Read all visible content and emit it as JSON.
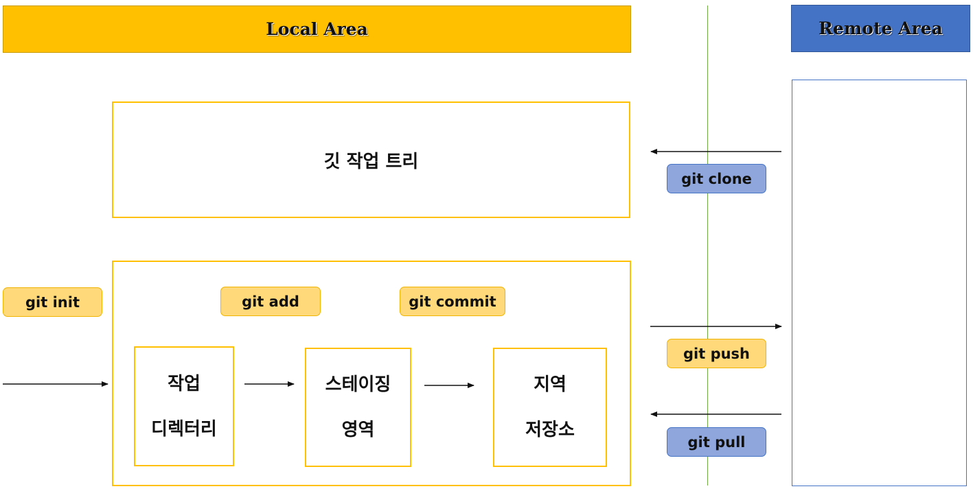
{
  "areas": {
    "local": "Local Area",
    "remote": "Remote Area"
  },
  "boxes": {
    "worktree": "깃 작업 트리",
    "workdir": [
      "작업",
      "디렉터리"
    ],
    "staging": [
      "스테이징",
      "영역"
    ],
    "localrepo": [
      "지역",
      "저장소"
    ]
  },
  "commands": {
    "init": "git init",
    "add": "git add",
    "commit": "git commit",
    "clone": "git clone",
    "push": "git push",
    "pull": "git pull"
  },
  "colors": {
    "local_banner": "#ffc000",
    "remote_banner": "#4472c4",
    "local_command": "#ffd97a",
    "remote_command": "#8fa6dc",
    "divider": "#70ad47"
  }
}
